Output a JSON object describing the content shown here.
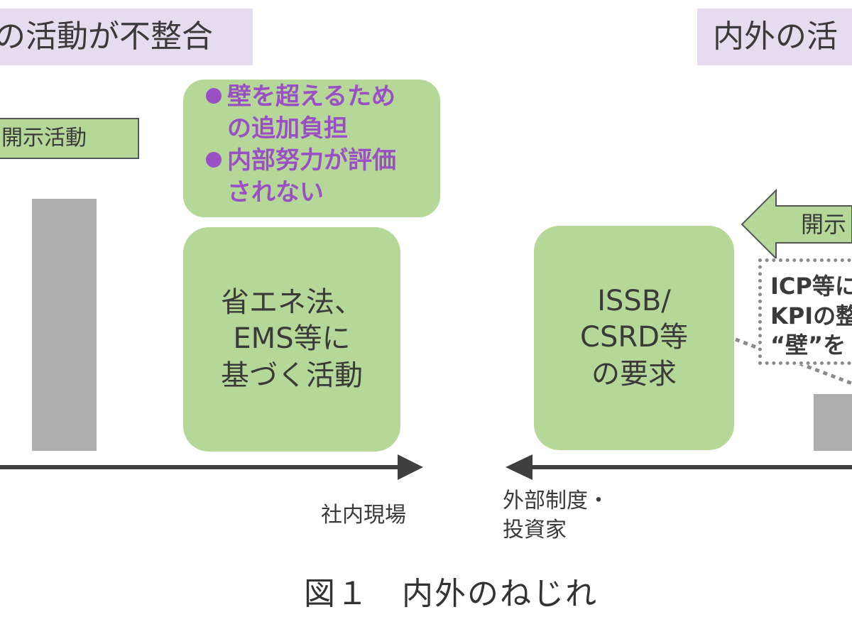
{
  "left_title": "の活動が不整合",
  "right_title": "内外の活",
  "disclosure_left": "開示活動",
  "burden_bullets": [
    "壁を超えるための追加負担",
    "内部努力が評価されない"
  ],
  "internal_activity": [
    "省エネ法、",
    "EMS等に",
    "基づく活動"
  ],
  "external_requirement": [
    "ISSB/",
    "CSRD等",
    "の要求"
  ],
  "disclosure_right": "開示",
  "icp_note": [
    "ICP等に",
    "KPIの整",
    "“壁”を"
  ],
  "axis_left_label": "社内現場",
  "axis_right_label": [
    "外部制度・",
    "投資家"
  ],
  "caption": "図１　内外のねじれ",
  "colors": {
    "green": "#b5d898",
    "lavender": "#e6dcf0",
    "gray": "#aeaeae",
    "purple": "#9a4fc4",
    "arrow": "#3f3f3f"
  }
}
